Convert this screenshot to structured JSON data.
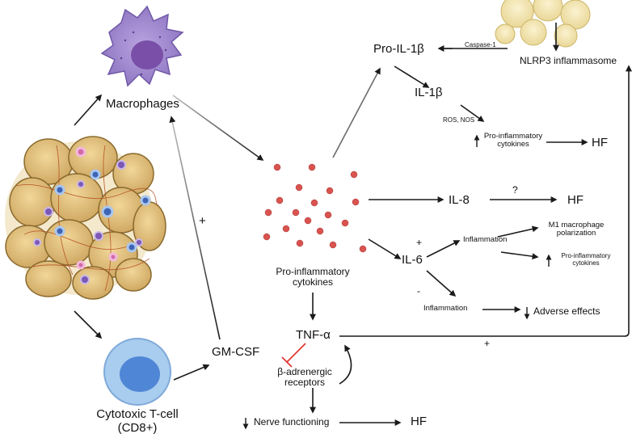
{
  "labels": {
    "macrophages": "Macrophages",
    "cytotoxic_tcell": "Cytotoxic T-cell",
    "cd8": "(CD8+)",
    "gm_csf": "GM-CSF",
    "pro_inflammatory_cytokines_1": "Pro-inflammatory",
    "pro_inflammatory_cytokines_2": "cytokines",
    "tnf_alpha": "TNF-α",
    "beta_adrenergic_1": "β-adrenergic",
    "beta_adrenergic_2": "receptors",
    "nerve_functioning": "Nerve functioning",
    "hf": "HF",
    "pro_il1b": "Pro-IL-1β",
    "caspase": "Caspase-1",
    "nlrp3": "NLRP3 inflammasome",
    "il1b": "IL-1β",
    "ros_nos": "ROS, NOS",
    "pic_small_1": "Pro-inflammatory",
    "pic_small_2": "cytokines",
    "il8": "IL-8",
    "question": "?",
    "il6": "IL-6",
    "plus": "+",
    "minus": "-",
    "inflammation": "Inflammation",
    "m1_1": "M1 macrophage",
    "m1_2": "polarization",
    "adverse_effects": "Adverse effects"
  },
  "colors": {
    "arrow": "#1a1a1a",
    "inhibit": "#e0312b",
    "cytokine_dot": "#d9534f",
    "adipocyte": "#e6c57a",
    "macrophage": "#9f86c9",
    "tcell_outer": "#a9cdee",
    "tcell_inner": "#4f86d6"
  },
  "icons": [
    "adipose-tissue-icon",
    "macrophage-icon",
    "t-cell-icon",
    "inflammasome-icon",
    "cytokine-dots-icon",
    "up-arrow-icon",
    "down-arrow-icon"
  ]
}
